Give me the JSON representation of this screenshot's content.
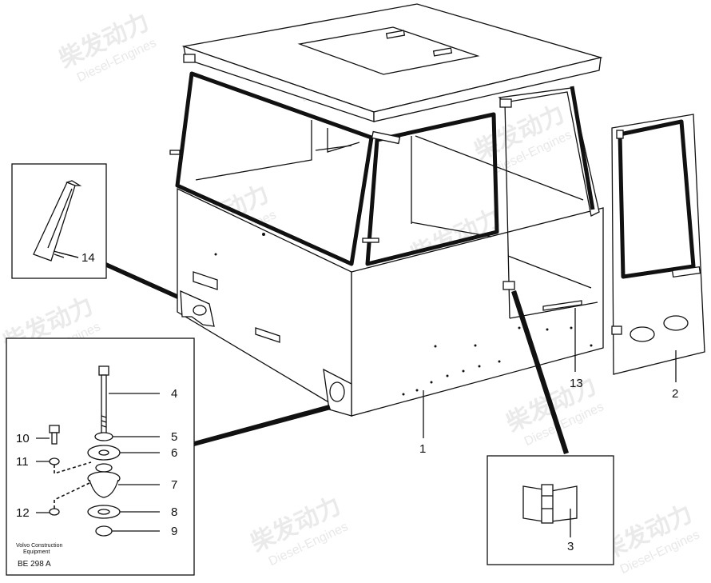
{
  "watermark": {
    "cn": "柴发动力",
    "en": "Diesel-Engines"
  },
  "labels": {
    "cab": "1",
    "door": "2",
    "hinge": "3",
    "bolt": "4",
    "washer_upper": "5",
    "plate_upper": "6",
    "rubber_mount": "7",
    "washer_lower": "8",
    "nut": "9",
    "screw": "10",
    "lock_washer_upper": "11",
    "lock_washer_lower": "12",
    "sill_plate": "13",
    "seal_strip": "14"
  },
  "footer": {
    "maker_line1": "Volvo Construction",
    "maker_line2": "Equipment",
    "figure_code": "BE 298 A"
  }
}
